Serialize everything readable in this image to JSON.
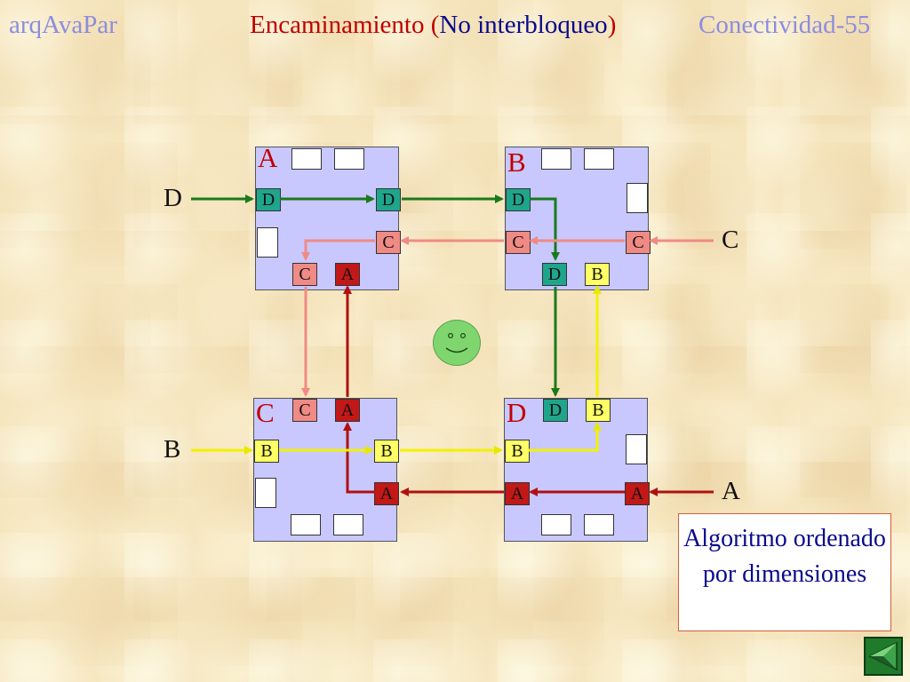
{
  "header": {
    "left": "arqAvaPar",
    "title_main": "Encaminamiento ",
    "title_open": "(",
    "title_inner": "No interbloqueo",
    "title_close": ")",
    "right": "Conectividad-55"
  },
  "nodes": {
    "a": {
      "label": "A",
      "buffers": [
        "D",
        "D",
        "C",
        "C",
        "A"
      ]
    },
    "b": {
      "label": "B",
      "buffers": [
        "D",
        "C",
        "C",
        "D",
        "B"
      ]
    },
    "c": {
      "label": "C",
      "buffers": [
        "C",
        "A",
        "B",
        "B",
        "A"
      ]
    },
    "d": {
      "label": "D",
      "buffers": [
        "D",
        "B",
        "B",
        "A",
        "A"
      ]
    }
  },
  "inputs": {
    "left_top": "D",
    "left_bottom": "B",
    "right_top": "C",
    "right_bottom": "A"
  },
  "note": "Algoritmo ordenado por dimensiones",
  "colors": {
    "green": "#1a7a1a",
    "salmon": "#f08a85",
    "darkred": "#b01010",
    "yellow": "#ffff33",
    "router": "#c8c8ff",
    "title_red": "#c00000",
    "title_blue": "#0a0a8c",
    "muted": "#8c8ce0"
  },
  "icons": [
    "smiley-face-icon",
    "triangle-back-icon"
  ]
}
